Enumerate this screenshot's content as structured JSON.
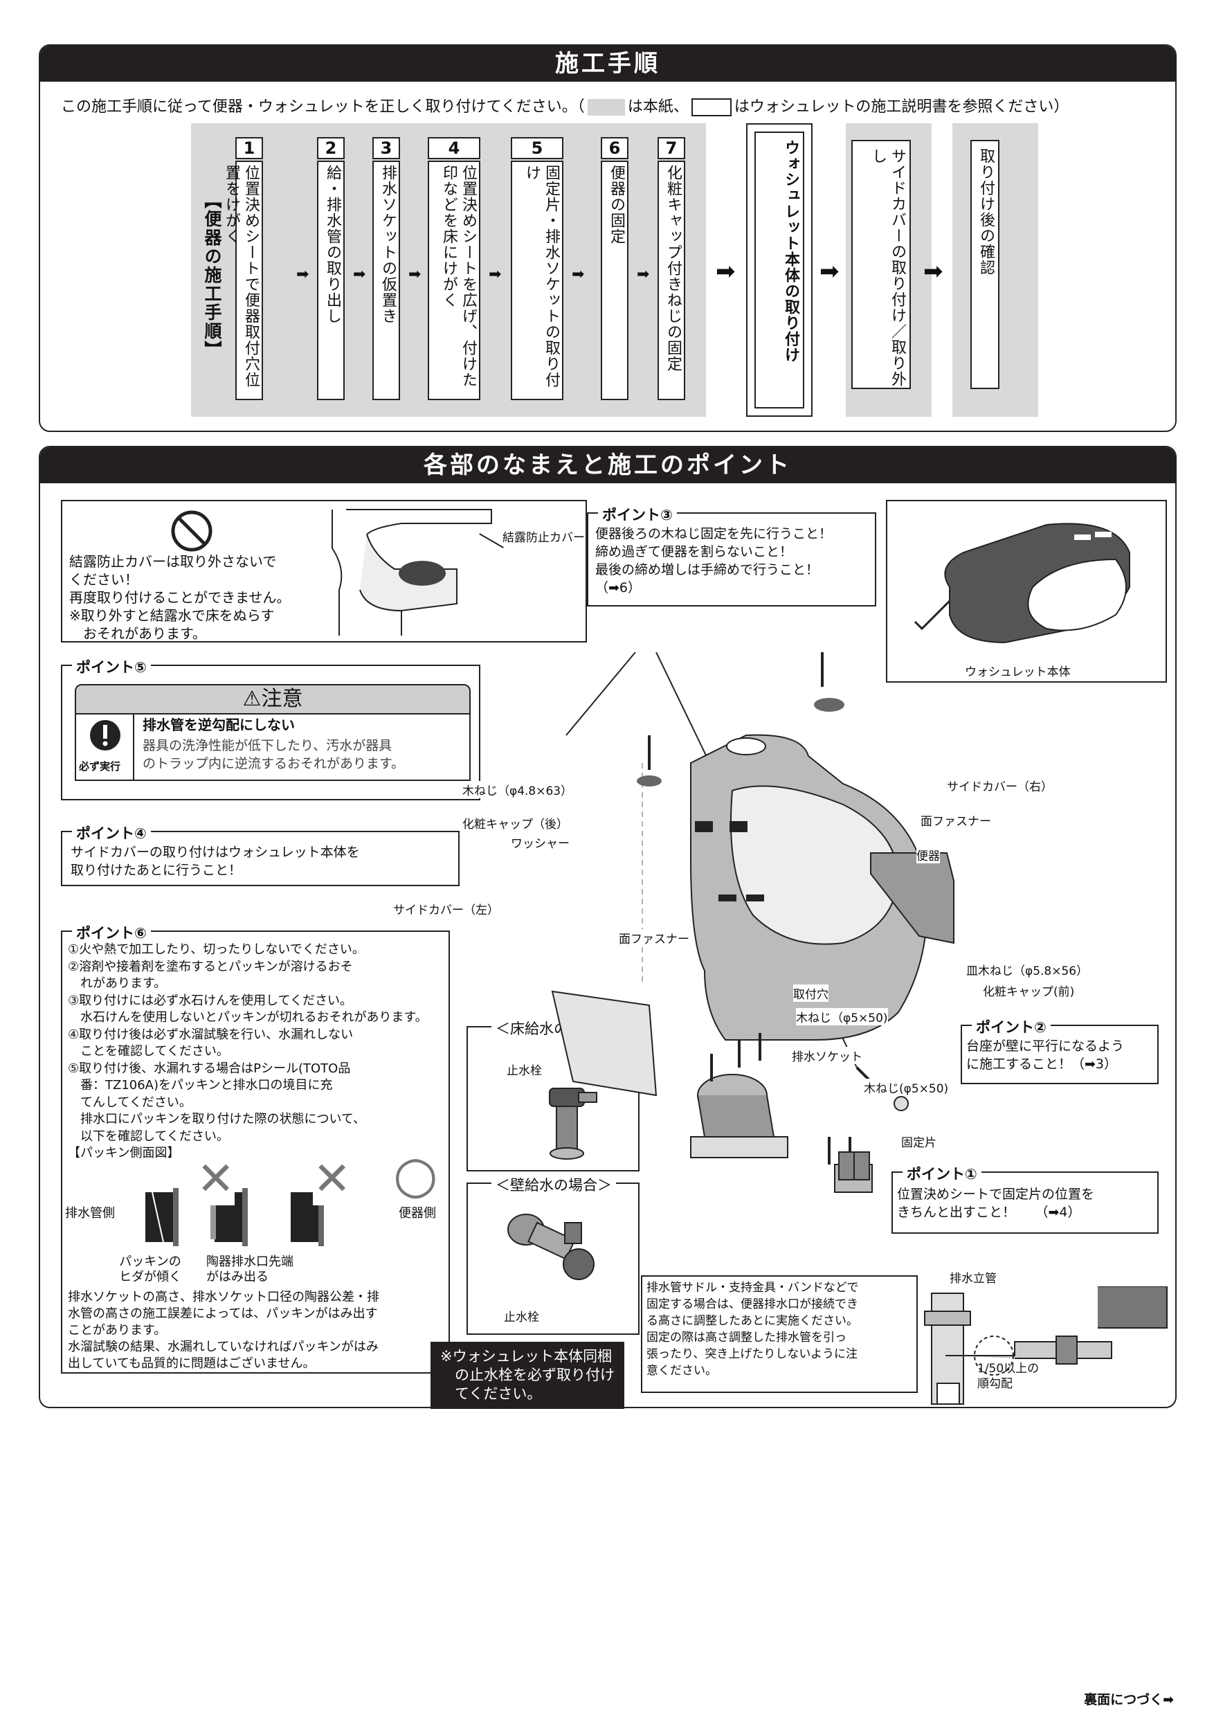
{
  "sections": {
    "procedure_title": "施工手順",
    "parts_title": "各部のなまえと施工のポイント"
  },
  "intro": {
    "part1": "この施工手順に従って便器・ウォシュレットを正しく取り付けてください。（",
    "part2": "は本紙、",
    "part3": "はウォシュレットの施工説明書を参照ください）"
  },
  "flow": {
    "group_label": "【便器の施工手順】",
    "steps": [
      {
        "num": "1",
        "text": "位置決めシートで便器取付穴位置をけがく"
      },
      {
        "num": "2",
        "text": "給・排水管の取り出し"
      },
      {
        "num": "3",
        "text": "排水ソケットの仮置き"
      },
      {
        "num": "4",
        "text": "位置決めシートを広げ、付けた印などを床にけがく"
      },
      {
        "num": "5",
        "text": "固定片・排水ソケットの取り付け"
      },
      {
        "num": "6",
        "text": "便器の固定"
      },
      {
        "num": "7",
        "text": "化粧キャップ付きねじの固定"
      }
    ],
    "washlet_step": "ウォシュレット本体の取り付け",
    "side_cover_step": "サイドカバーの取り付け／取り外し",
    "check_step": "取り付け後の確認",
    "arrow": "➡"
  },
  "condensation": {
    "text": "結露防止カバーは取り外さないで\nください！\n再度取り付けることができません。\n※取り外すと結露水で床をぬらす\n　おそれがあります。",
    "label": "結露防止カバー"
  },
  "point3": {
    "title": "ポイント③",
    "text": "便器後ろの木ねじ固定を先に行うこと！\n締め過ぎて便器を割らないこと！\n最後の締め増しは手締めで行うこと！\n（➡6）"
  },
  "washlet_body": {
    "label": "ウォシュレット本体"
  },
  "point5": {
    "title": "ポイント⑤",
    "caution_header": "⚠注意",
    "must_label": "必ず実行",
    "bold_text": "排水管を逆勾配にしない",
    "text": "器具の洗浄性能が低下したり、汚水が器具\nのトラップ内に逆流するおそれがあります。"
  },
  "point4": {
    "title": "ポイント④",
    "text": "サイドカバーの取り付けはウォシュレット本体を\n取り付けたあとに行うこと！"
  },
  "point6": {
    "title": "ポイント⑥",
    "text": "①火や熱で加工したり、切ったりしないでください。\n②溶剤や接着剤を塗布するとパッキンが溶けるおそ\n　れがあります。\n③取り付けには必ず水石けんを使用してください。\n　水石けんを使用しないとパッキンが切れるおそれがあります。\n④取り付け後は必ず水溜試験を行い、水漏れしない\n　ことを確認してください。\n⑤取り付け後、水漏れする場合はPシール(TOTO品\n　番：TZ106A)をパッキンと排水口の境目に充\n　てんしてください。\n　排水口にパッキンを取り付けた際の状態について、\n　以下を確認してください。\n【パッキン側面図】",
    "drain_side": "排水管側",
    "toilet_side": "便器側",
    "caption1": "パッキンの\nヒダが傾く",
    "caption2": "陶器排水口先端\nがはみ出る",
    "ng_mark": "✕",
    "ok_mark": "○",
    "bottom_text": "排水ソケットの高さ、排水ソケット口径の陶器公差・排\n水管の高さの施工誤差によっては、パッキンがはみ出す\nことがあります。\n水溜試験の結果、水漏れしていなければパッキンがはみ\n出していても品質的に問題はございません。"
  },
  "floor_supply": {
    "title": "＜床給水の場合＞",
    "label": "止水栓"
  },
  "wall_supply": {
    "title": "＜壁給水の場合＞",
    "label": "止水栓"
  },
  "washlet_note": "※ウォシュレット本体同梱\n　の止水栓を必ず取り付け\n　てください。",
  "drain_note": {
    "text": "排水管サドル・支持金具・バンドなどで\n固定する場合は、便器排水口が接続でき\nる高さに調整したあとに実施ください。\n固定の際は高さ調整した排水管を引っ\n張ったり、突き上げたりしないように注\n意ください。",
    "riser": "排水立管",
    "slope": "1/50以上の\n順勾配"
  },
  "point2": {
    "title": "ポイント②",
    "text": "台座が壁に平行になるよう\nに施工すること！（➡3）"
  },
  "point1": {
    "title": "ポイント①",
    "text": "位置決めシートで固定片の位置を\nきちんと出すこと！　　（➡4）"
  },
  "parts": {
    "wood_screw_back": "木ねじ（φ4.8×63）",
    "cap_back": "化粧キャップ（後）",
    "washer": "ワッシャー",
    "side_cover_left": "サイドカバー（左）",
    "side_cover_right": "サイドカバー（右）",
    "fastener_r": "面ファスナー",
    "fastener_l": "面ファスナー",
    "toilet": "便器",
    "flat_screw": "皿木ねじ（φ5.8×56）",
    "cap_front": "化粧キャップ(前)",
    "hole": "取付穴",
    "wood_screw_a": "木ねじ（φ5×50)",
    "socket": "排水ソケット",
    "wood_screw_b": "木ねじ(φ5×50)",
    "fixing_piece": "固定片"
  },
  "footer": "裏面につづく➡"
}
